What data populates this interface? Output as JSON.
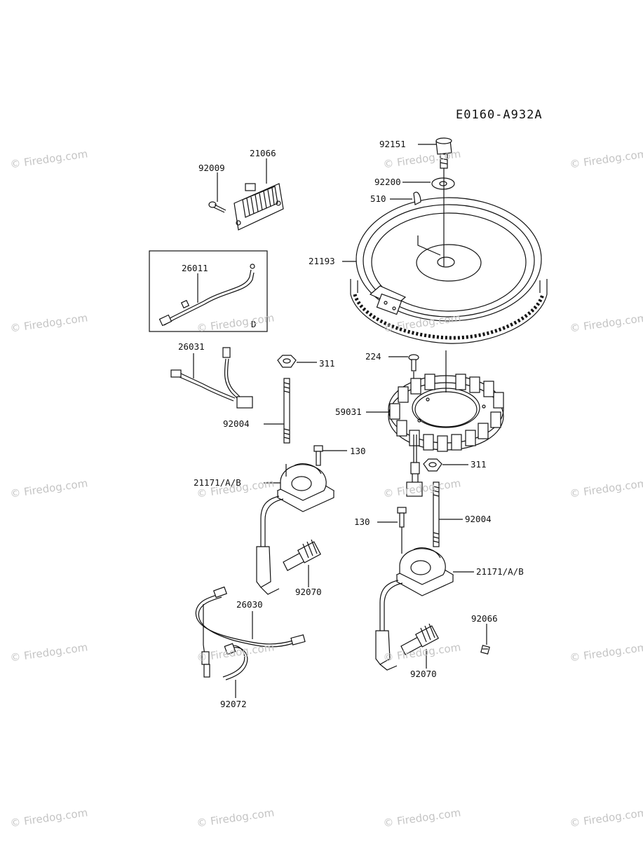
{
  "diagram_code": "E0160-A932A",
  "watermark": "© Firedog.com",
  "inset_letter": "D",
  "parts": {
    "p21066": "21066",
    "p92009": "92009",
    "p26011": "26011",
    "p26031": "26031",
    "p92004_left": "92004",
    "p311_left": "311",
    "p130_left": "130",
    "p21171_left": "21171/A/B",
    "p92070_left": "92070",
    "p26030": "26030",
    "p92072": "92072",
    "p92151": "92151",
    "p92200": "92200",
    "p510": "510",
    "p21193": "21193",
    "p224": "224",
    "p59031": "59031",
    "p311_right": "311",
    "p130_right": "130",
    "p92004_right": "92004",
    "p21171_right": "21171/A/B",
    "p92066": "92066",
    "p92070_right": "92070"
  }
}
